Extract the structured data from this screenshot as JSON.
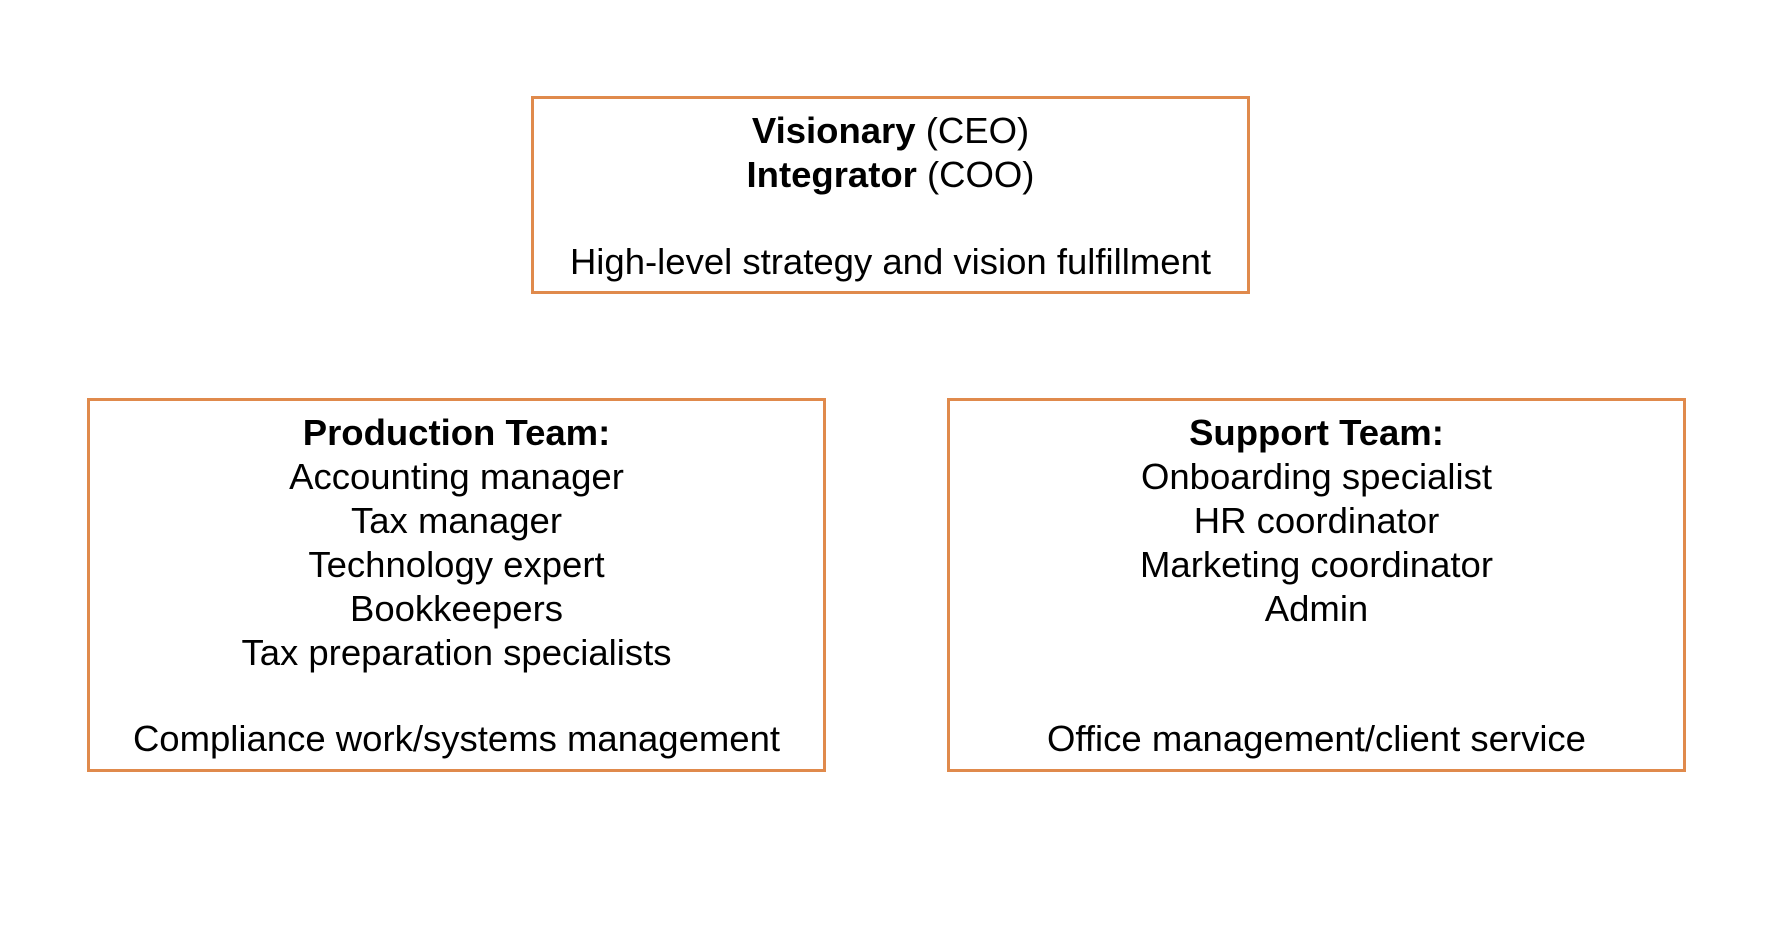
{
  "colors": {
    "box_border": "#E08A4C",
    "text": "#000000",
    "background": "#FFFFFF"
  },
  "leadership": {
    "line1_bold": "Visionary",
    "line1_rest": " (CEO)",
    "line2_bold": "Integrator",
    "line2_rest": " (COO)",
    "description": "High-level strategy and vision fulfillment"
  },
  "production": {
    "heading": "Production Team:",
    "roles": [
      "Accounting manager",
      "Tax manager",
      "Technology expert",
      "Bookkeepers",
      "Tax preparation specialists"
    ],
    "description": "Compliance work/systems management"
  },
  "support": {
    "heading": "Support Team:",
    "roles": [
      "Onboarding specialist",
      "HR coordinator",
      "Marketing coordinator",
      "Admin"
    ],
    "description": "Office management/client service"
  }
}
